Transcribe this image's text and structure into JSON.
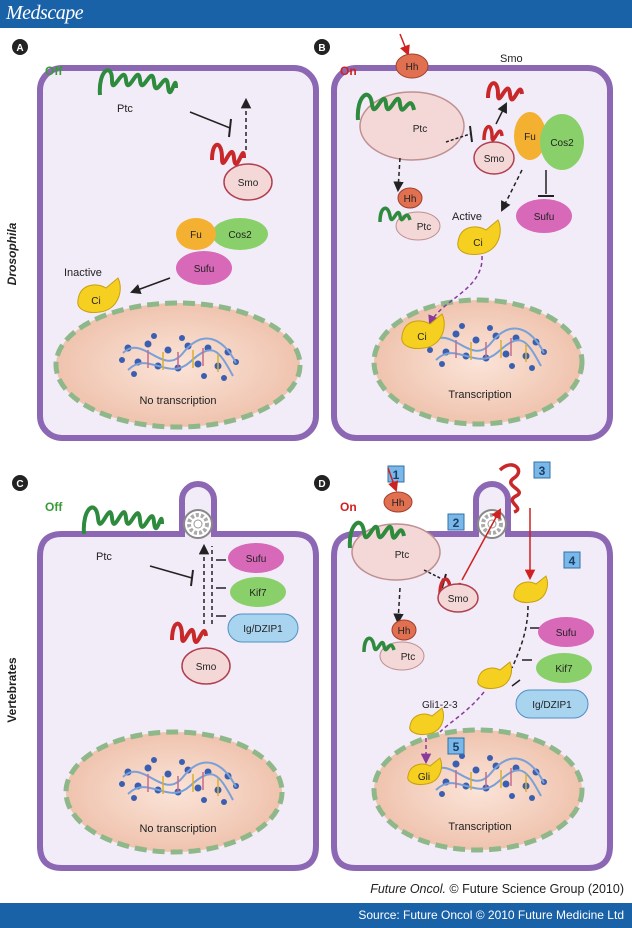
{
  "header": {
    "brand": "Medscape"
  },
  "footer": {
    "source": "Source: Future Oncol © 2010 Future Medicine Ltd"
  },
  "credit": {
    "journal": "Future Oncol.",
    "rest": " © Future Science Group (2010)"
  },
  "side_labels": {
    "top": "Drosophila",
    "bottom": "Vertebrates"
  },
  "colors": {
    "accent": "#1a62a8",
    "cell": "#f2ebf8",
    "membrane": "#8c68b4",
    "nucleus": "#f5d6c8",
    "ptc": "#2e8b3e",
    "smo": "#c8282a",
    "off": "#3a9a3a",
    "on": "#d02020"
  },
  "panels": {
    "a": {
      "letter": "A",
      "state": "Off",
      "ptc": "Ptc",
      "smo": "Smo",
      "fu": "Fu",
      "cos2": "Cos2",
      "sufu": "Sufu",
      "inactive": "Inactive",
      "ci": "Ci",
      "nucleus": "No transcription"
    },
    "b": {
      "letter": "B",
      "state": "On",
      "hh": "Hh",
      "ptc": "Ptc",
      "smo_top": "Smo",
      "smo": "Smo",
      "fu": "Fu",
      "cos2": "Cos2",
      "hh2": "Hh",
      "ptc2": "Ptc",
      "active": "Active",
      "ci": "Ci",
      "sufu": "Sufu",
      "ci_nuc": "Ci",
      "nucleus": "Transcription"
    },
    "c": {
      "letter": "C",
      "state": "Off",
      "ptc": "Ptc",
      "sufu": "Sufu",
      "kif7": "Kif7",
      "igdzip1": "Ig/DZIP1",
      "smo": "Smo",
      "nucleus": "No transcription"
    },
    "d": {
      "letter": "D",
      "state": "On",
      "hh": "Hh",
      "ptc": "Ptc",
      "smo": "Smo",
      "hh2": "Hh",
      "ptc2": "Ptc",
      "sufu": "Sufu",
      "kif7": "Kif7",
      "igdzip1": "Ig/DZIP1",
      "gli123": "Gli1-2-3",
      "gli": "Gli",
      "nucleus": "Transcription",
      "n1": "1",
      "n2": "2",
      "n3": "3",
      "n4": "4",
      "n5": "5"
    }
  }
}
